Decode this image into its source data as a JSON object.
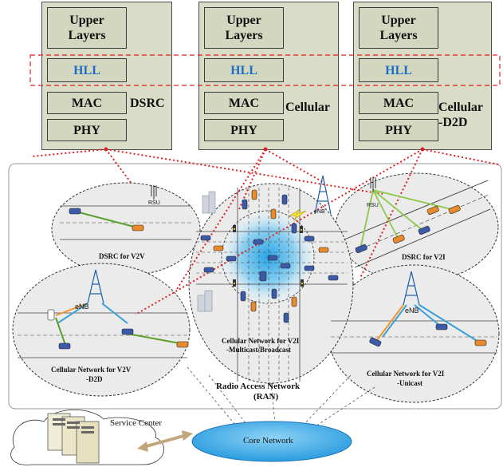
{
  "stacks": [
    {
      "upper": "Upper\nLayers",
      "hll": "HLL",
      "mac": "MAC",
      "phy": "PHY",
      "tag": "DSRC"
    },
    {
      "upper": "Upper\nLayers",
      "hll": "HLL",
      "mac": "MAC",
      "phy": "PHY",
      "tag": "Cellular"
    },
    {
      "upper": "Upper\nLayers",
      "hll": "HLL",
      "mac": "MAC",
      "phy": "PHY",
      "tag": "Cellular\n-D2D"
    }
  ],
  "scenarios": {
    "dsrc_v2v": "DSRC for V2V",
    "dsrc_v2i": "DSRC for V2I",
    "cell_v2v_line1": "Cellular Network for V2V",
    "cell_v2v_line2": "-D2D",
    "cell_mc_line1": "Cellular Network for V2I",
    "cell_mc_line2": "-Multicast/Broadcast",
    "cell_uc_line1": "Cellular Network for V2I",
    "cell_uc_line2": "-Unicast"
  },
  "nodes": {
    "rsu_left": "RSU",
    "rsu_right": "RSU",
    "enb_center": "eNB",
    "enb_left": "eNB",
    "enb_right": "eNB"
  },
  "ran_line1": "Radio Access Network",
  "ran_line2": "(RAN)",
  "service_center": "Service Center",
  "core_network": "Core Network",
  "colors": {
    "stack_fill": "#d9dcc6",
    "hll_text": "#1e6fc4",
    "dashed_red": "#e02020",
    "green_link": "#5aa02c",
    "orange_link": "#f0952e",
    "blue_link": "#3aa0d8",
    "core_fill": "#2fa0e0"
  }
}
